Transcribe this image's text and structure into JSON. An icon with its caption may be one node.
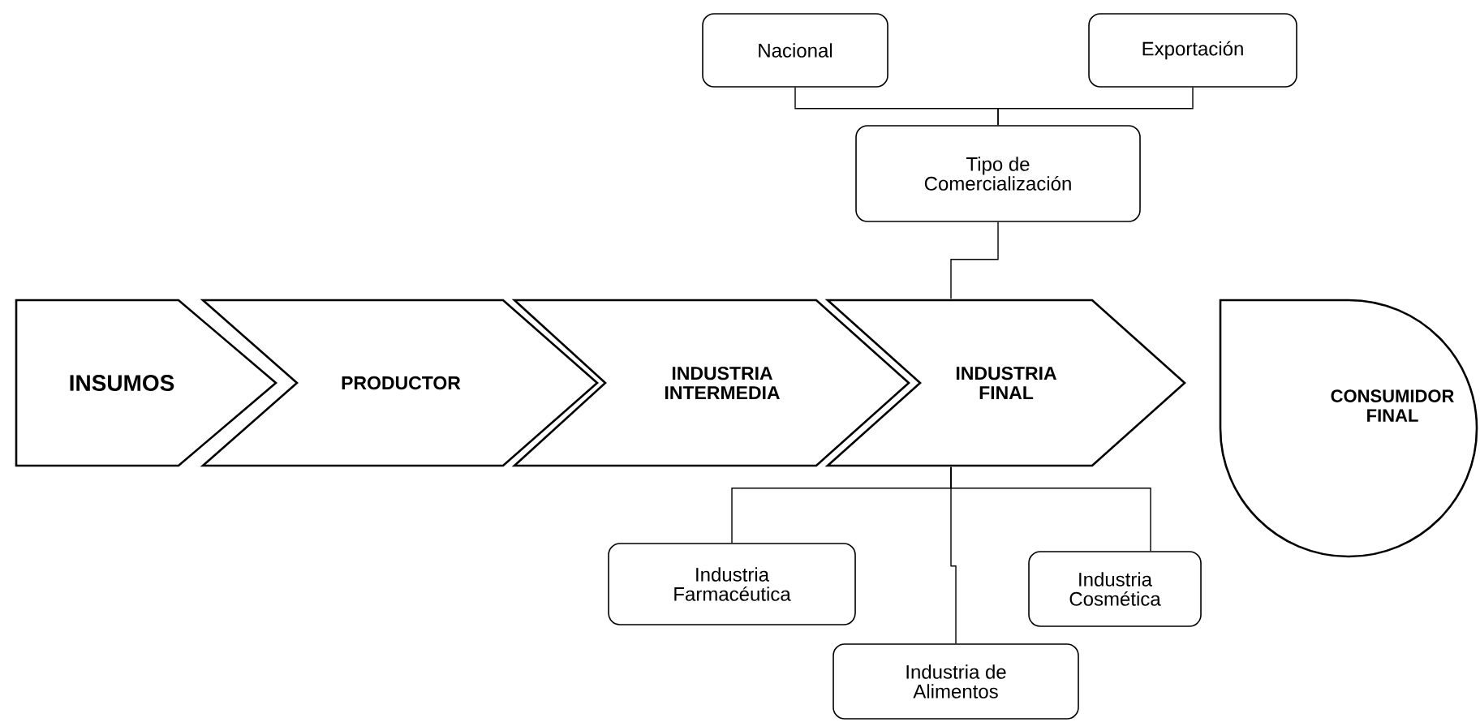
{
  "diagram": {
    "nodes": [
      {
        "text": [
          "Nacional"
        ]
      },
      {
        "text": [
          "Exportación"
        ]
      },
      {
        "text": [
          "Tipo de Comercialización"
        ]
      },
      {
        "text": [
          "INSUMOS"
        ]
      },
      {
        "text": [
          "PRODUCTOR"
        ]
      },
      {
        "text": [
          "INDUSTRIA INTERMEDIA"
        ]
      },
      {
        "text": [
          "INDUSTRIA FINAL"
        ]
      },
      {
        "text": [
          "CONSUMIDOR FINAL"
        ]
      },
      {
        "text": [
          "Industria Farmacéutica"
        ]
      },
      {
        "text": [
          "Industria Cosmética"
        ]
      },
      {
        "text": [
          "Industria de Alimentos"
        ]
      }
    ],
    "edges": [
      {
        "from": 0,
        "to": 2,
        "arrow": "none"
      },
      {
        "from": 1,
        "to": 2,
        "arrow": "none"
      },
      {
        "from": 2,
        "to": 6,
        "arrow": "none"
      },
      {
        "from": 6,
        "to": 8,
        "arrow": "none"
      },
      {
        "from": 6,
        "to": 10,
        "arrow": "none"
      },
      {
        "from": 6,
        "to": 9,
        "arrow": "none"
      }
    ]
  }
}
